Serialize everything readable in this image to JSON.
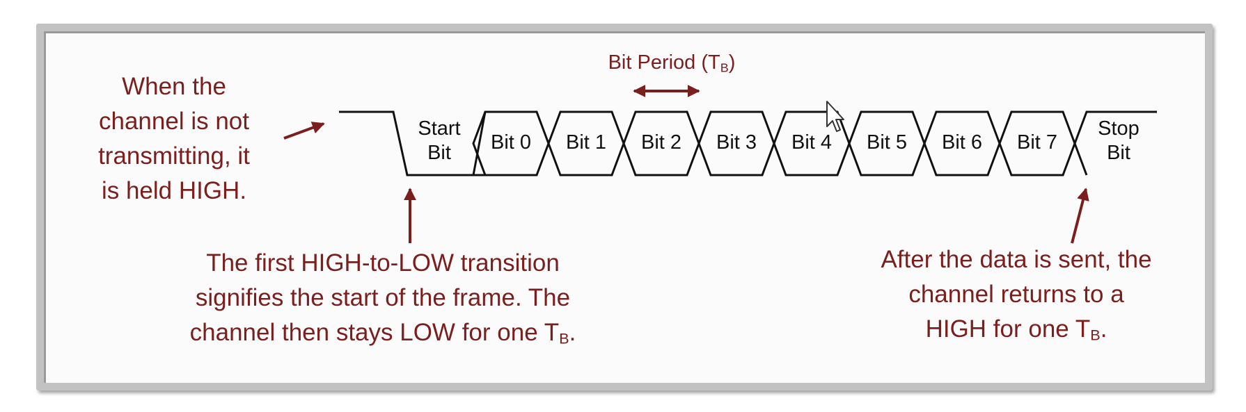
{
  "bit_period": {
    "label_text": "Bit Period (T",
    "label_sub": "B",
    "label_close": ")"
  },
  "waveform": {
    "start_bit": [
      "Start",
      "Bit"
    ],
    "data_bits": [
      "Bit 0",
      "Bit 1",
      "Bit 2",
      "Bit 3",
      "Bit 4",
      "Bit 5",
      "Bit 6",
      "Bit 7"
    ],
    "stop_bit": [
      "Stop",
      "Bit"
    ]
  },
  "annotations": {
    "idle": {
      "lines": [
        "When the",
        "channel is not",
        "transmitting, it",
        "is held HIGH."
      ]
    },
    "start": {
      "line1": "The first HIGH-to-LOW transition",
      "line2": "signifies the start of the frame.  The",
      "line3": "channel then stays LOW for one T",
      "line3_sub": "B",
      "line3_end": "."
    },
    "stop": {
      "line1": "After the data is sent, the",
      "line2": "channel returns to a",
      "line3": "HIGH for one T",
      "line3_sub": "B",
      "line3_end": "."
    }
  },
  "colors": {
    "annotation": "#7a1e1e",
    "waveform": "#111111",
    "frame": "#c2c2c2"
  },
  "icons": {
    "cursor": "mouse-pointer-icon"
  }
}
